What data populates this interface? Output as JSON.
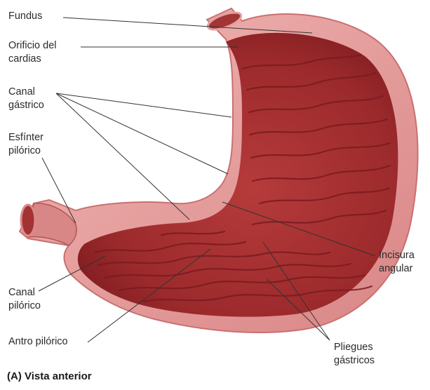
{
  "figure": {
    "caption": "(A)  Vista anterior",
    "labels": {
      "fundus": "Fundus",
      "orificio_line1": "Orificio del",
      "orificio_line2": "cardias",
      "canal_gastrico_line1": "Canal",
      "canal_gastrico_line2": "gástrico",
      "esfinter_line1": "Esfínter",
      "esfinter_line2": "pilórico",
      "incisura_line1": "Incisura",
      "incisura_line2": "angular",
      "canal_pilorico_line1": "Canal",
      "canal_pilorico_line2": "pilórico",
      "antro": "Antro pilórico",
      "pliegues_line1": "Pliegues",
      "pliegues_line2": "gástricos"
    },
    "colors": {
      "outer_wall": "#e7a0a0",
      "inner_wall": "#b83a3a",
      "mucosa": "#a32d2d",
      "fold": "#8a1f22",
      "leader_line": "#333333"
    }
  }
}
